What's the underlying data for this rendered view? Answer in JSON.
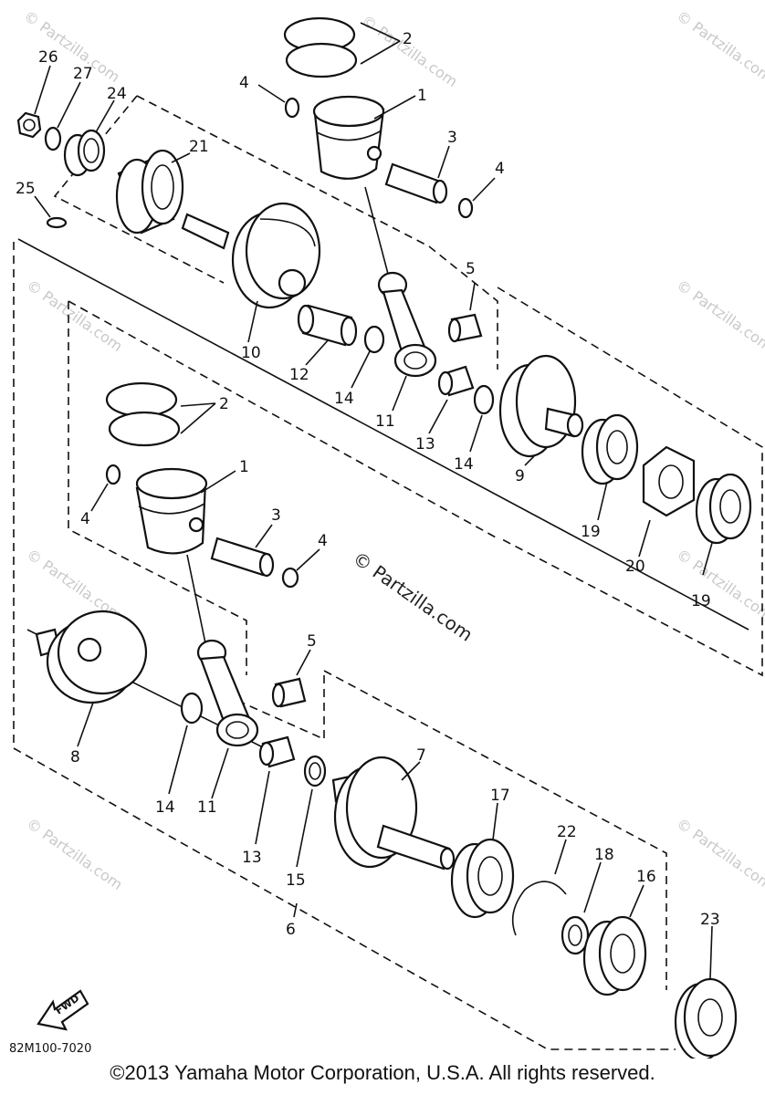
{
  "diagram": {
    "callouts": {
      "upper_piston_rings": "2",
      "upper_piston": "1",
      "upper_clip_left": "4",
      "upper_piston_pin": "3",
      "upper_clip_right": "4",
      "nut": "26",
      "washer": "27",
      "oil_seal": "24",
      "left_bearing": "21",
      "key": "25",
      "crank_1": "10",
      "upper_small_end_bearing": "5",
      "upper_crank_pin": "12",
      "upper_washer_left": "14",
      "upper_connecting_rod": "11",
      "upper_big_end_bearing": "13",
      "upper_washer_right": "14",
      "crank_2": "9",
      "center_bearing_1": "19",
      "labyrinth_seal": "20",
      "center_bearing_2": "19",
      "lower_piston_rings": "2",
      "lower_piston": "1",
      "lower_clip_left": "4",
      "lower_piston_pin": "3",
      "lower_clip_right": "4",
      "lower_small_end_bearing": "5",
      "crank_3": "8",
      "lower_washer_left": "14",
      "lower_connecting_rod": "11",
      "lower_big_end_bearing": "13",
      "lower_washer_right": "15",
      "crankshaft_assembly": "6",
      "crank_4": "7",
      "right_bearing": "17",
      "circlip": "22",
      "collar": "18",
      "right_bearing_2": "16",
      "right_oil_seal": "23"
    },
    "watermark": "© Partzilla.com",
    "forward_label": "FWD",
    "diagram_code": "82M100-7020"
  },
  "footer": {
    "copyright": "©2013 Yamaha Motor Corporation, U.S.A. All rights reserved."
  }
}
